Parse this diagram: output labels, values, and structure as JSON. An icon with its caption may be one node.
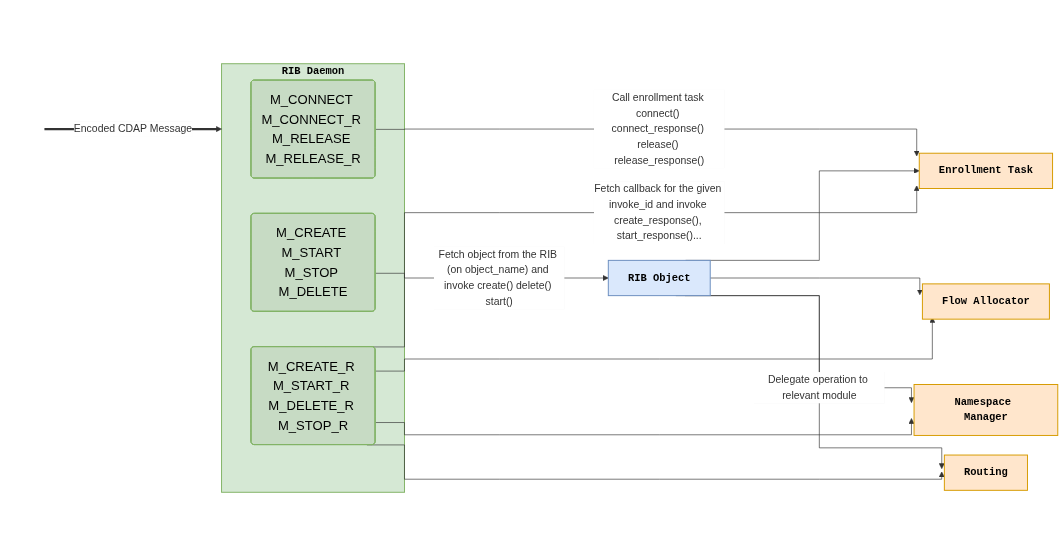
{
  "diagram": {
    "nodes": [
      {
        "text": [
          "RIB Daemon"
        ]
      },
      {
        "text": [
          "M_CONNECT M_CONNECT_R M_RELEASE M_RELEASE_R"
        ],
        "in": 0
      },
      {
        "text": [
          "M_CREATE M_START M_STOP M_DELETE"
        ],
        "in": 0
      },
      {
        "text": [
          "M_CREATE_R M_START_R M_DELETE_R M_STOP_R"
        ],
        "in": 0
      },
      {
        "text": [
          "RIB Object"
        ]
      },
      {
        "text": [
          "Enrollment Task"
        ]
      },
      {
        "text": [
          "Flow Allocator"
        ]
      },
      {
        "text": [
          "Namespace Manager"
        ]
      },
      {
        "text": [
          "Routing"
        ]
      }
    ],
    "edges": [
      {
        "from": null,
        "to": 0,
        "arrow": "to",
        "style": "thick",
        "label": "Encoded CDAP Message"
      },
      {
        "from": 1,
        "to": 5,
        "arrow": "to",
        "label": "Call enrollment task connect() connect_response() release() release_response()"
      },
      {
        "from": 2,
        "to": 4,
        "arrow": "to",
        "label": "Fetch object from the RIB (on object_name) and invoke create() delete() start()"
      },
      {
        "from": 4,
        "to": 5,
        "arrow": "to"
      },
      {
        "from": 4,
        "to": 6,
        "arrow": "to"
      },
      {
        "from": 4,
        "to": 7,
        "arrow": "to",
        "label": "Delegate operation to relevant module"
      },
      {
        "from": 4,
        "to": 8,
        "arrow": "to"
      },
      {
        "from": 3,
        "to": 5,
        "arrow": "to",
        "label": "Fetch callback for the given invoke_id and invoke create_response(), start_response()..."
      },
      {
        "from": 3,
        "to": 6,
        "arrow": "to"
      },
      {
        "from": 3,
        "to": 7,
        "arrow": "to"
      },
      {
        "from": 3,
        "to": 8,
        "arrow": "to"
      }
    ]
  }
}
